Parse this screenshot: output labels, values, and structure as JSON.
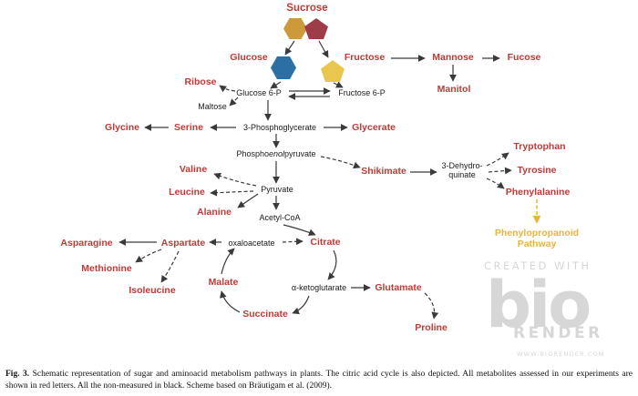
{
  "colors": {
    "measured": "#bf3a36",
    "unmeasured": "#1b1b1b",
    "pathway_yellow": "#e9b43d",
    "arrow": "#3a3a3a",
    "sucrose_hex": "#cd9a3b",
    "sucrose_pent": "#9e3d47",
    "glucose_hex": "#2c6fa5",
    "fructose_pent": "#e9c74e",
    "watermark": "#d7d7d7"
  },
  "nodes": {
    "sucrose": "Sucrose",
    "glucose": "Glucose",
    "fructose": "Fructose",
    "mannose": "Mannose",
    "fucose": "Fucose",
    "manitol": "Manitol",
    "ribose": "Ribose",
    "glucose6p": "Glucose 6-P",
    "fructose6p": "Fructose 6-P",
    "maltose": "Maltose",
    "threepg": "3-Phosphoglycerate",
    "serine": "Serine",
    "glycine": "Glycine",
    "glycerate": "Glycerate",
    "pep": {
      "pre": "Phospho",
      "em": "enol",
      "post": "pyruvate"
    },
    "shikimate": "Shikimate",
    "dehydroquinate": {
      "line1": "3-Dehydro-",
      "line2": "quinate"
    },
    "tryptophan": "Tryptophan",
    "tyrosine": "Tyrosine",
    "phenylalanine": "Phenylalanine",
    "phenylpropanoid": {
      "line1": "Phenylopropanoid",
      "line2": "Pathway"
    },
    "valine": "Valine",
    "leucine": "Leucine",
    "pyruvate": "Pyruvate",
    "alanine": "Alanine",
    "acetylcoa": "Acetyl-CoA",
    "oxaloacetate": "oxaloacetate",
    "citrate": "Citrate",
    "aspartate": "Aspartate",
    "asparagine": "Asparagine",
    "methionine": "Methionine",
    "isoleucine": "Isoleucine",
    "malate": "Malate",
    "akg": "α-ketoglutarate",
    "succinate": "Succinate",
    "glutamate": "Glutamate",
    "proline": "Proline"
  },
  "watermark": {
    "created_with": "CREATED WITH",
    "logo": "bio",
    "render": "RENDER",
    "url": "WWW.BIORENDER.COM"
  },
  "caption": {
    "label": "Fig. 3.",
    "text": "Schematic representation of sugar and aminoacid metabolism pathways in plants. The citric acid cycle is also depicted. All metabolites assessed in our experiments are shown in red letters. All the non-measured in black. Scheme based on Bräutigam et al. (2009)."
  }
}
